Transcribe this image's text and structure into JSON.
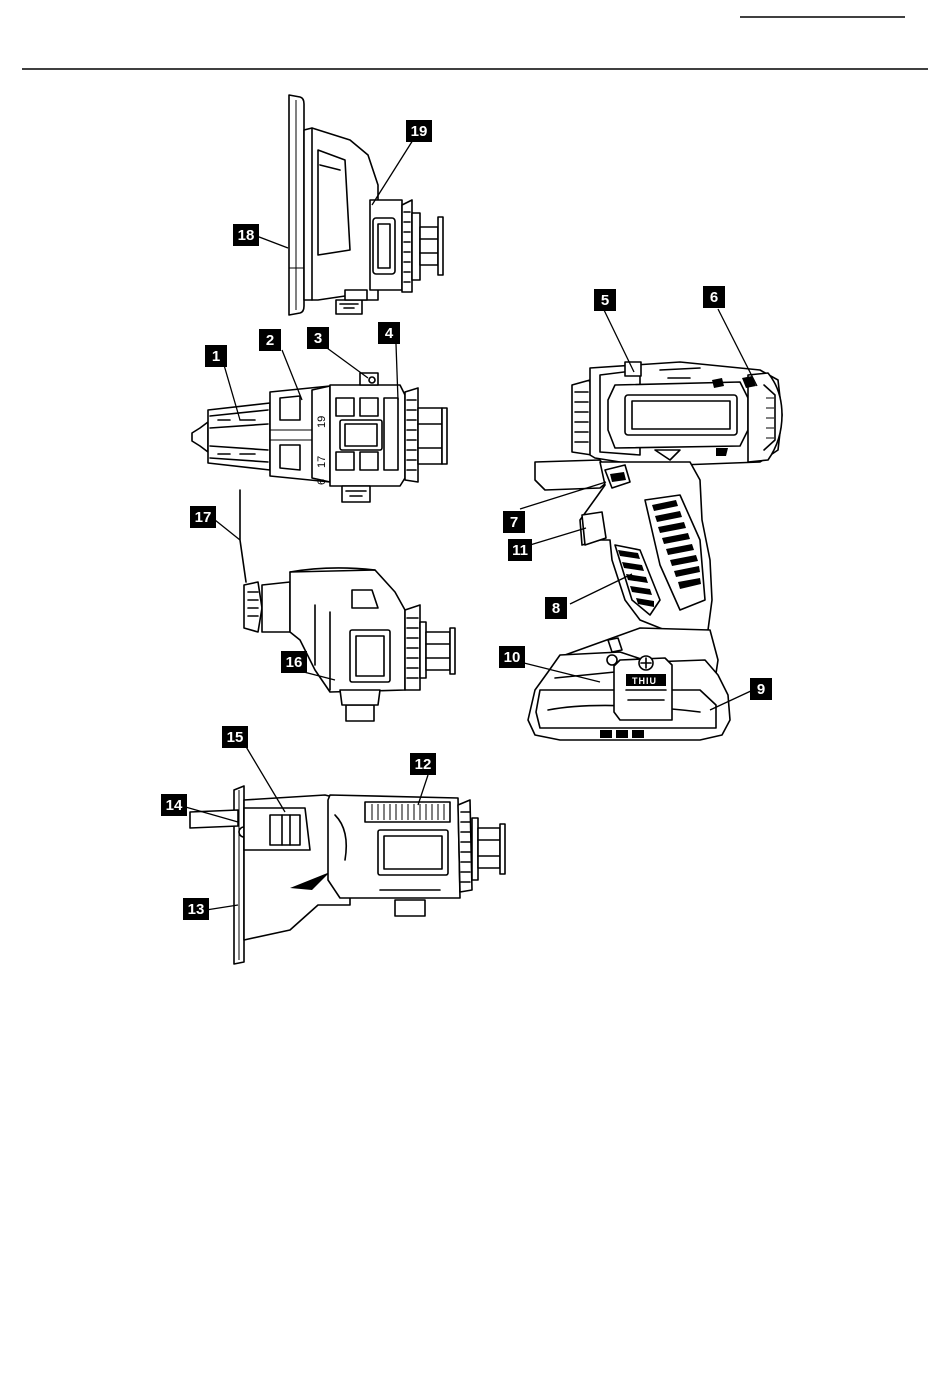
{
  "figure": {
    "scale_marks": [
      "6",
      "17",
      "19"
    ],
    "battery_logo": "THIU",
    "callouts": [
      {
        "id": "1"
      },
      {
        "id": "2"
      },
      {
        "id": "3"
      },
      {
        "id": "4"
      },
      {
        "id": "5"
      },
      {
        "id": "6"
      },
      {
        "id": "7"
      },
      {
        "id": "8"
      },
      {
        "id": "9"
      },
      {
        "id": "10"
      },
      {
        "id": "11"
      },
      {
        "id": "12"
      },
      {
        "id": "13"
      },
      {
        "id": "14"
      },
      {
        "id": "15"
      },
      {
        "id": "16"
      },
      {
        "id": "17"
      },
      {
        "id": "18"
      },
      {
        "id": "19"
      }
    ]
  }
}
